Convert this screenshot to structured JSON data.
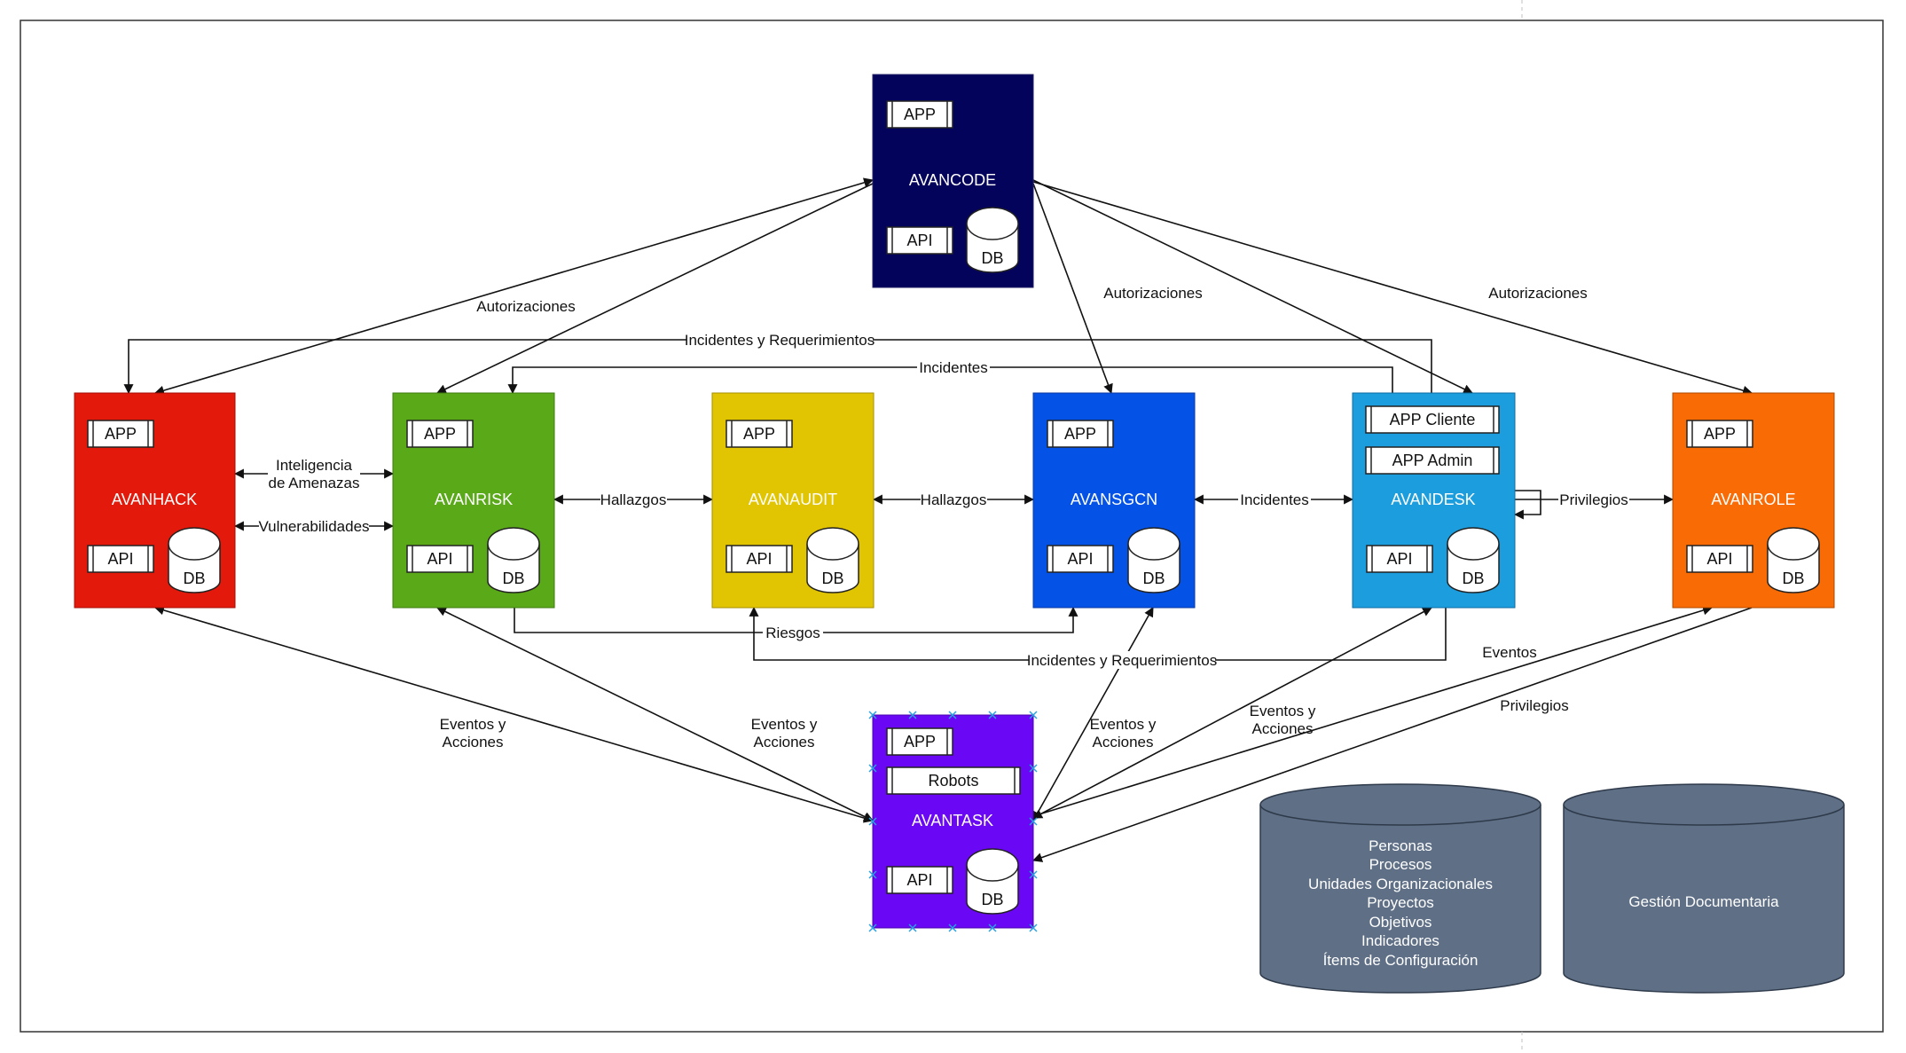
{
  "systems": [
    {
      "id": "avancode",
      "title": "AVANCODE",
      "color": "#03035c",
      "components": [
        "APP"
      ],
      "api": "API",
      "db": "DB"
    },
    {
      "id": "avanhack",
      "title": "AVANHACK",
      "color": "#e3190b",
      "components": [
        "APP"
      ],
      "api": "API",
      "db": "DB"
    },
    {
      "id": "avanrisk",
      "title": "AVANRISK",
      "color": "#5aa919",
      "components": [
        "APP"
      ],
      "api": "API",
      "db": "DB"
    },
    {
      "id": "avanaudit",
      "title": "AVANAUDIT",
      "color": "#e2c502",
      "components": [
        "APP"
      ],
      "api": "API",
      "db": "DB"
    },
    {
      "id": "avansgcn",
      "title": "AVANSGCN",
      "color": "#0553e6",
      "components": [
        "APP"
      ],
      "api": "API",
      "db": "DB"
    },
    {
      "id": "avandesk",
      "title": "AVANDESK",
      "color": "#1c9ddd",
      "components": [
        "APP Cliente",
        "APP Admin"
      ],
      "api": "API",
      "db": "DB"
    },
    {
      "id": "avanrole",
      "title": "AVANROLE",
      "color": "#f96b05",
      "components": [
        "APP"
      ],
      "api": "API",
      "db": "DB"
    },
    {
      "id": "avantask",
      "title": "AVANTASK",
      "color": "#6a07f5",
      "components": [
        "APP",
        "Robots"
      ],
      "api": "API",
      "db": "DB"
    }
  ],
  "relations": {
    "autorizaciones": "Autorizaciones",
    "incidentes_requerimientos": "Incidentes y Requerimientos",
    "incidentes": "Incidentes",
    "inteligencia_1": "Inteligencia",
    "inteligencia_2": "de Amenazas",
    "vulnerabilidades": "Vulnerabilidades",
    "hallazgos": "Hallazgos",
    "privilegios": "Privilegios",
    "riesgos": "Riesgos",
    "eventos": "Eventos",
    "eventos_acciones_1": "Eventos y",
    "eventos_acciones_2": "Acciones"
  },
  "stores": [
    {
      "id": "master-data",
      "lines": [
        "Personas",
        "Procesos",
        "Unidades Organizacionales",
        "Proyectos",
        "Objetivos",
        "Indicadores",
        "Ítems de Configuración"
      ],
      "color": "#5f6f86"
    },
    {
      "id": "document-management",
      "lines": [
        "Gestión Documentaria"
      ],
      "color": "#5f6f86"
    }
  ]
}
